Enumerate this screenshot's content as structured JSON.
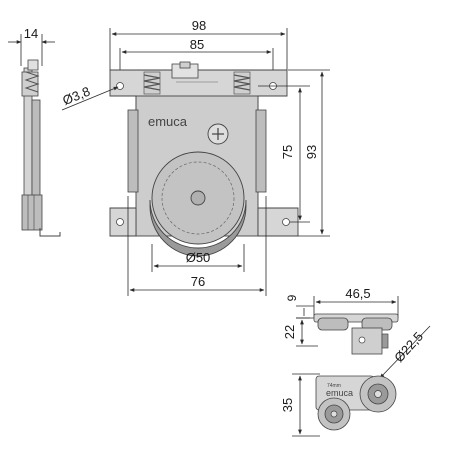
{
  "main_view": {
    "dims": {
      "side_width": "14",
      "overall_width": "98",
      "hole_spacing": "85",
      "hole_diameter": "Ø3,8",
      "plate_height": "75",
      "overall_height": "93",
      "wheel_diameter": "Ø50",
      "body_width": "76"
    },
    "brand_logo": "emuca"
  },
  "small_views": {
    "dims": {
      "flange_height": "9",
      "width": "46,5",
      "body_height": "22",
      "wheel_diameter": "Ø22,5",
      "height": "35"
    },
    "brand_logo": "emuca",
    "logo_tag": "74mm"
  },
  "colors": {
    "metal": "#c9c9c9",
    "metal_dark": "#8a8a8a",
    "wheel": "#bdbdbd",
    "spring": "#7a7a7a",
    "line": "#2a2a2a"
  }
}
